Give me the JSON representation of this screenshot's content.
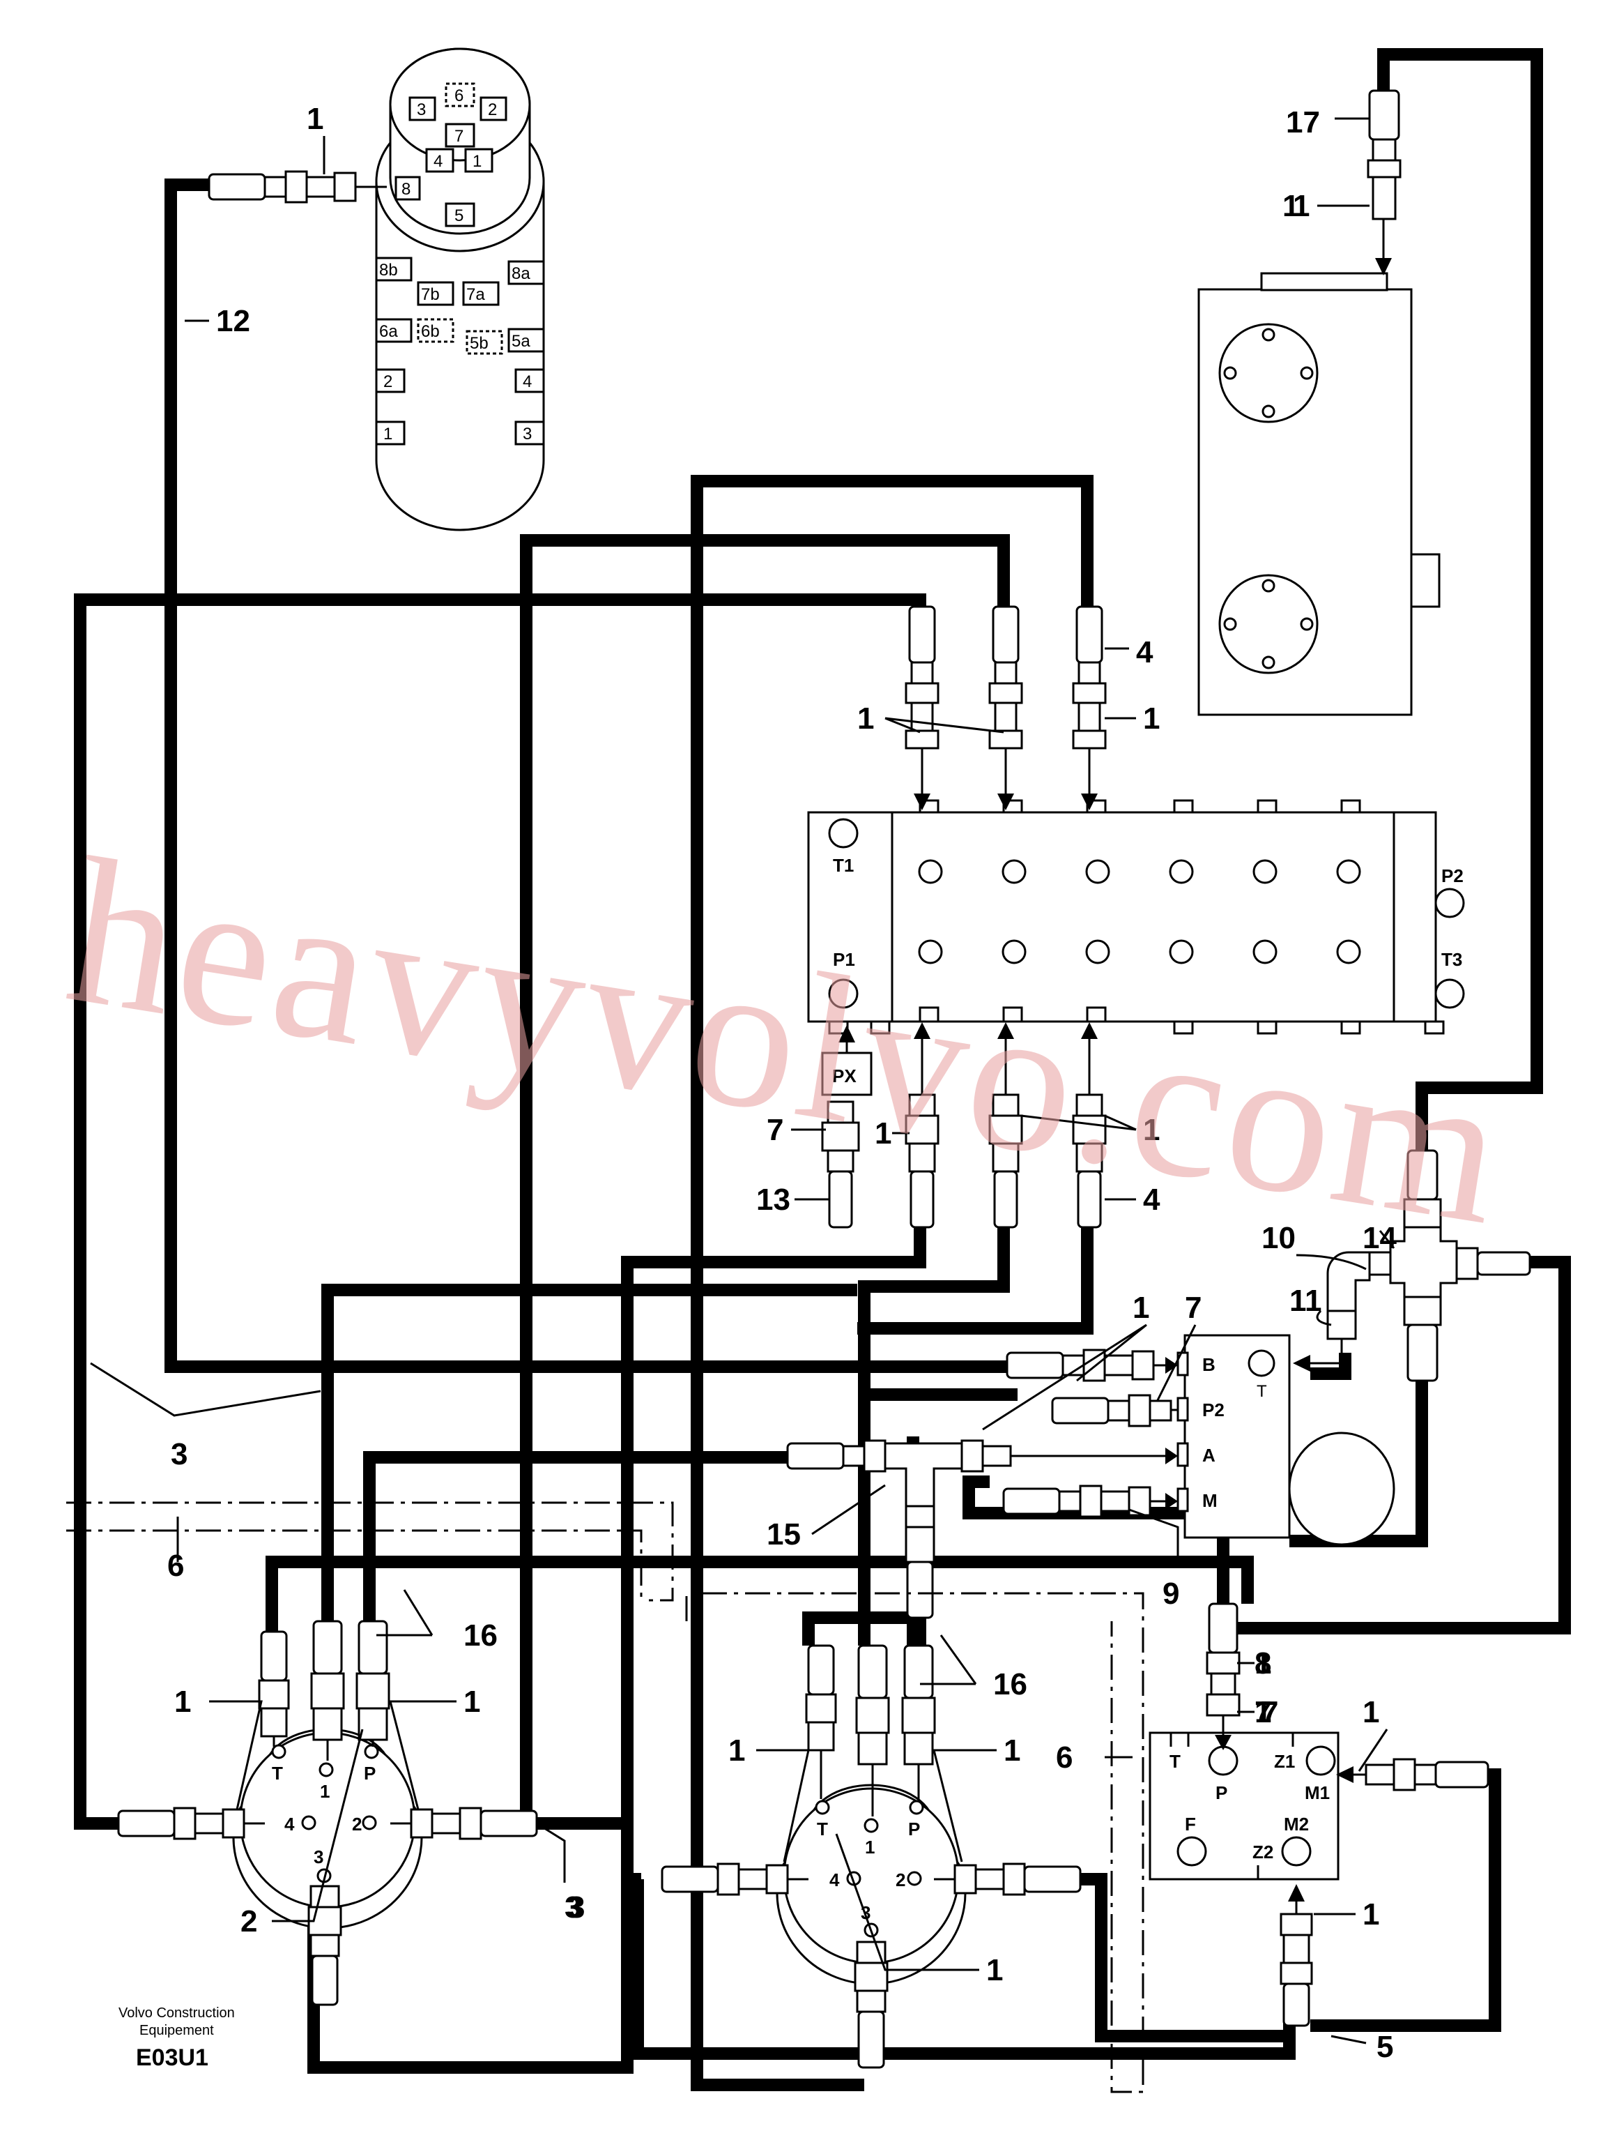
{
  "watermark": "heavyvolvo.com",
  "credit": {
    "line1": "Volvo Construction",
    "line2": "Equipement",
    "code": "E03U1"
  },
  "callouts": [
    "1",
    "1",
    "1",
    "1",
    "1",
    "1",
    "1",
    "1",
    "1",
    "1",
    "1",
    "1",
    "1",
    "1",
    "1",
    "1",
    "1",
    "2",
    "3",
    "3",
    "3",
    "4",
    "4",
    "5",
    "6",
    "6",
    "7",
    "7",
    "7",
    "7",
    "8",
    "9",
    "10",
    "11",
    "12",
    "13",
    "14",
    "15",
    "16",
    "16",
    "17"
  ],
  "joystick": {
    "ports_top": [
      "3",
      "6",
      "2",
      "7",
      "4",
      "1",
      "8",
      "5"
    ],
    "ports_side": [
      "8b",
      "8a",
      "7b",
      "7a",
      "6a",
      "6b",
      "5b",
      "5a",
      "2",
      "4",
      "1",
      "3"
    ]
  },
  "control_valve": {
    "ports": [
      "T1",
      "P1",
      "P2",
      "T3",
      "PX"
    ]
  },
  "block_a": {
    "ports": [
      "B",
      "P2",
      "A",
      "M",
      "T"
    ]
  },
  "block_b": {
    "ports": [
      "T",
      "P",
      "Z1",
      "M1",
      "F",
      "Z2",
      "M2"
    ]
  },
  "pilot_valve": {
    "ports": [
      "T",
      "P",
      "1",
      "2",
      "3",
      "4"
    ]
  }
}
